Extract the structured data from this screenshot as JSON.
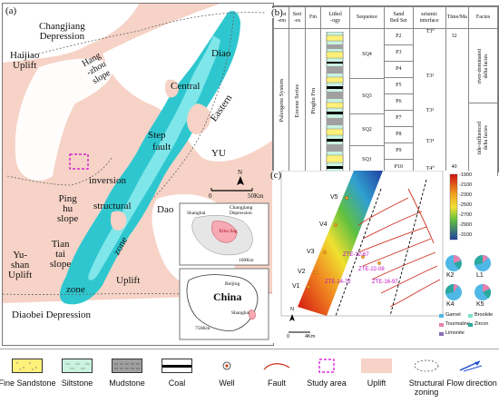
{
  "panel_labels": {
    "a": "(a)",
    "b": "(b)",
    "c": "(c)"
  },
  "map_a": {
    "regions": {
      "changjiang": "Changjiang\nDepression",
      "haijiao": "Haijiao\nUplift",
      "hangzhou": "Hang\n-zhou\nslope",
      "central": "Central",
      "diao": "Diao",
      "eastern": "Eastern",
      "step": "Step",
      "fault": "fault",
      "yu": "YU",
      "inversion": "inversion",
      "pinghu": "Ping\nhu\nslope",
      "structural": "structural",
      "dao": "Dao",
      "tiantai": "Tian\ntai\nslope",
      "zone_mid": "zone",
      "zone_low": "zone",
      "yushan": "Yu-\nshan\nUplift",
      "uplift": "Uplift",
      "diaobei": "Diaobei Depression"
    },
    "scale": "50Km",
    "scale_zero": "0",
    "north": "N",
    "inset_labels": {
      "shanghai": "Shanghai",
      "changjiang": "Changjiang\nDepression",
      "xihu": "Xihu Sag",
      "scale": "100Km",
      "china": "China",
      "beijing": "Beijing",
      "shanghai2": "Shanghai",
      "china_scale": "750Km",
      "zero": "0"
    }
  },
  "strat_table": {
    "headers": [
      "Syst\n-em",
      "Seri\n-es",
      "Fm",
      "Lithol\n-ogy",
      "Sequence",
      "Sand\nBed Set",
      "seismic\ninterface",
      "Time/Ma",
      "Facies"
    ],
    "system": "Paleogene System",
    "series": "Eocene Series",
    "formation": "Pinghu Fm",
    "sequences": [
      "SQ4",
      "SQ3",
      "SQ2",
      "SQ1"
    ],
    "sand_sets": [
      "P2",
      "P3",
      "P4",
      "P5",
      "P6",
      "P7",
      "P8",
      "P9",
      "P10"
    ],
    "interfaces": [
      "T3⁰",
      "T3²",
      "T3³",
      "T3⁴",
      "T4⁰"
    ],
    "time_top": "32",
    "time_bottom": "40",
    "facies": [
      "river-dominated\ndelta facies",
      "tide-influenced\ndelta facies"
    ]
  },
  "panel_c": {
    "wells": [
      "V1",
      "V2",
      "V3",
      "V4",
      "V5"
    ],
    "well_ids": [
      "ZTE-12-67",
      "ZTE-22-08",
      "ZTE-14-72",
      "ZTE-16-97"
    ],
    "depth_colorbar": [
      "-1900",
      "-2100",
      "-2300",
      "-2500",
      "-2700",
      "-2900",
      "-3100"
    ],
    "scale": "4Km",
    "scale_zero": "0",
    "north": "N",
    "pies": [
      "K2",
      "L1",
      "K4",
      "K5"
    ],
    "pie_legend": [
      "Garnet",
      "Brookite",
      "Tourmaline",
      "Zircon",
      "Limonite"
    ],
    "pie_colors": {
      "Garnet": "#4fb8e6",
      "Brookite": "#7fe0c8",
      "Tourmaline": "#e87fb0",
      "Zircon": "#2aa9a0",
      "Limonite": "#8a6ab8"
    }
  },
  "legend": {
    "items": [
      {
        "label": "Fine Sandstone",
        "icon": "fine-sandstone-pattern"
      },
      {
        "label": "Siltstone",
        "icon": "siltstone-pattern"
      },
      {
        "label": "Mudstone",
        "icon": "mudstone-pattern"
      },
      {
        "label": "Coal",
        "icon": "coal-pattern"
      },
      {
        "label": "Well",
        "icon": "well-symbol"
      },
      {
        "label": "Fault",
        "icon": "fault-line"
      },
      {
        "label": "Study area",
        "icon": "study-area-box"
      },
      {
        "label": "Uplift",
        "icon": "uplift-fill"
      },
      {
        "label": "Structural\nzoning",
        "icon": "structural-zoning-outline"
      },
      {
        "label": "Flow direction",
        "icon": "flow-direction-arrow"
      }
    ]
  },
  "colors": {
    "uplift": "#f6d3c6",
    "water": "#2ec7cf",
    "sag": "#ffffff",
    "sandstone": "#fff07a",
    "siltstone": "#c9f2e0",
    "mudstone": "#a0a0a0"
  }
}
